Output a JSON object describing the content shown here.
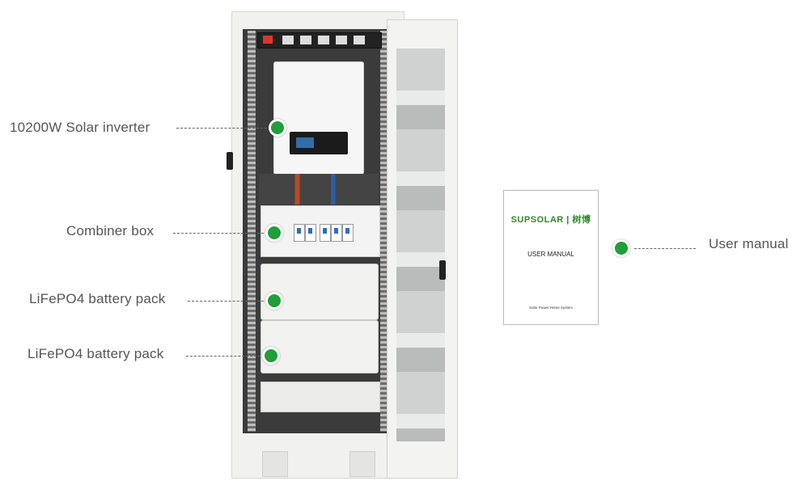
{
  "callouts": {
    "inverter": "10200W Solar inverter",
    "combiner": "Combiner box",
    "battery_1": "LiFePO4 battery pack",
    "battery_2": "LiFePO4 battery pack",
    "manual": "User manual"
  },
  "manual": {
    "brand": "SUPSOLAR | 树博",
    "title": "USER MANUAL",
    "subtitle": "Solar Power Home System"
  },
  "colors": {
    "marker": "#1f9e3a",
    "brand": "#2c8a2c"
  }
}
